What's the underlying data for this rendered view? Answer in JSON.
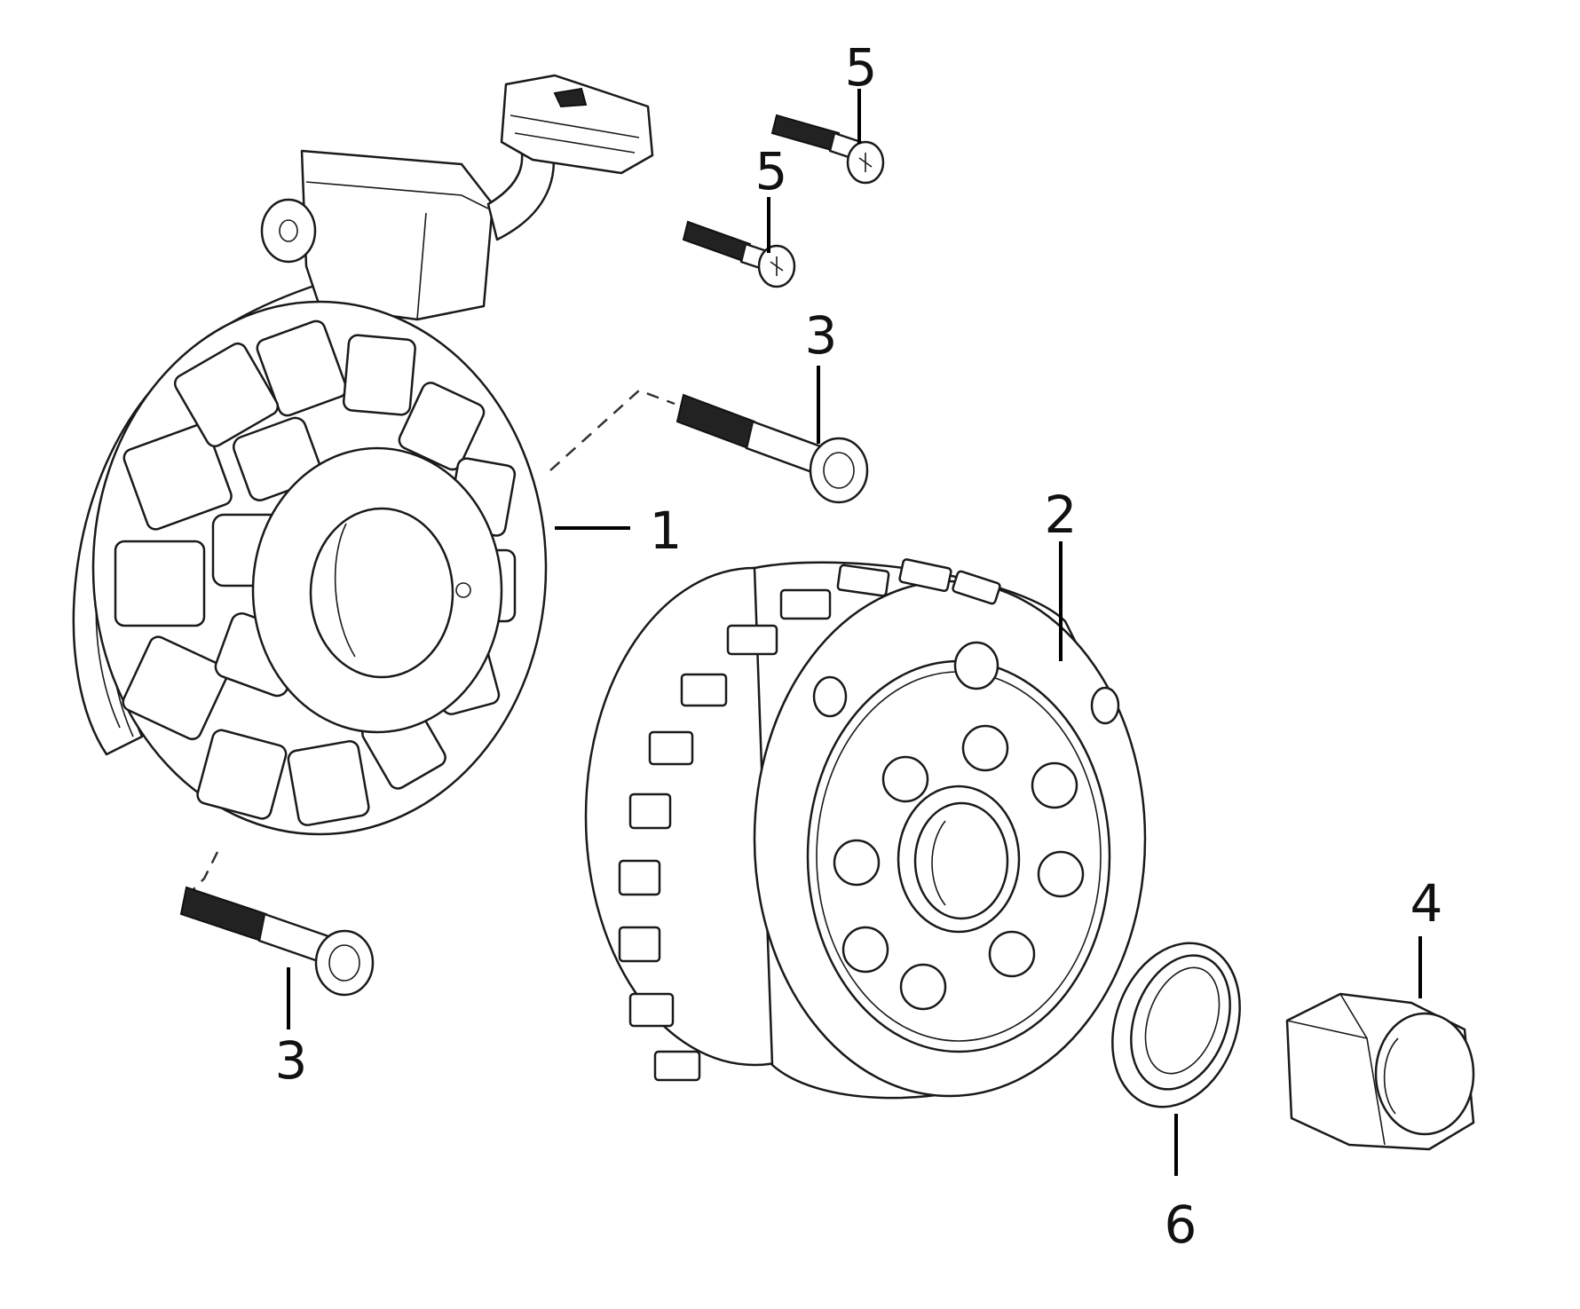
{
  "callouts": [
    {
      "id": "stator",
      "label": "1"
    },
    {
      "id": "rotor",
      "label": "2"
    },
    {
      "id": "bolt-right",
      "label": "3"
    },
    {
      "id": "bolt-bottom",
      "label": "3"
    },
    {
      "id": "nut",
      "label": "4"
    },
    {
      "id": "screw-upper",
      "label": "5"
    },
    {
      "id": "screw-lower",
      "label": "5"
    },
    {
      "id": "washer",
      "label": "6"
    }
  ]
}
